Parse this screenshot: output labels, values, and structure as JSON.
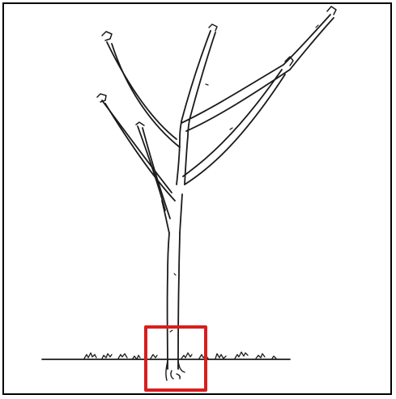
{
  "diagram": {
    "subject": "young-tree-line-drawing",
    "colors": {
      "ink": "#1a1a1a",
      "background": "#ffffff",
      "frame": "#000000",
      "highlight": "#d81e1e"
    },
    "elements": [
      "tree-trunk",
      "tree-branches",
      "ground-line",
      "grass-tufts",
      "trunk-base-highlight-box"
    ]
  }
}
